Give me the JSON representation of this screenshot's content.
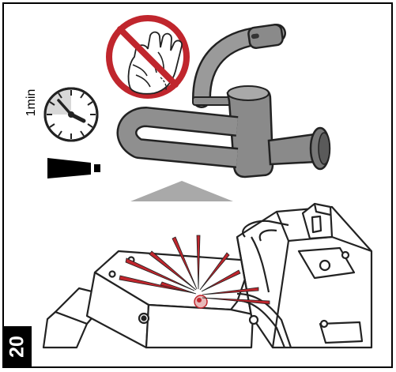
{
  "step": {
    "number": "20"
  },
  "timer": {
    "duration_label": "1min",
    "icon": "clock-icon"
  },
  "flow": {
    "level": "high",
    "icon": "water-flow-icon"
  },
  "warning": {
    "icon": "no-touch-icon",
    "color": "#c0262d"
  },
  "direction": {
    "icon": "arrow-up-icon"
  },
  "spark_color": "#c0262d"
}
